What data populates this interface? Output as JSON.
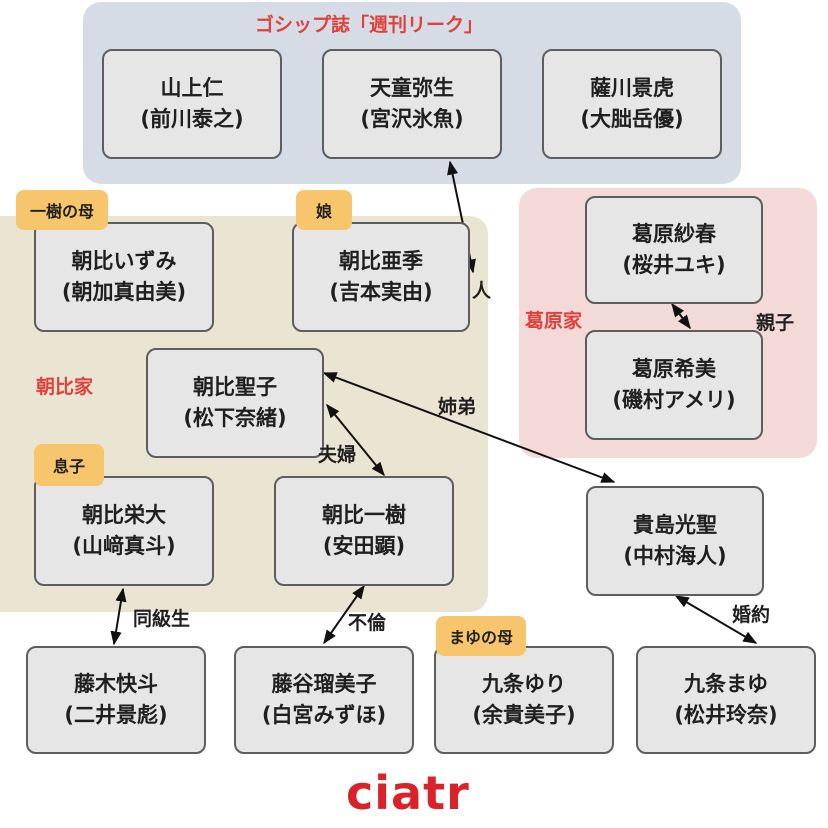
{
  "colors": {
    "group_gossip": "#d5dce6",
    "group_asahi": "#eae4d3",
    "group_kuzuhara": "#f4d9d9",
    "label_red": "#e0413a",
    "tag": "#f7c56c",
    "logo": "#d8232a"
  },
  "groups": {
    "gossip": "ゴシップ誌「週刊リーク」",
    "asahi": "朝比家",
    "kuzuhara": "葛原家"
  },
  "nodes": {
    "yamagami": {
      "name": "山上仁",
      "actor": "(前川泰之)"
    },
    "tendo": {
      "name": "天童弥生",
      "actor": "(宮沢氷魚)"
    },
    "satsukawa": {
      "name": "薩川景虎",
      "actor": "(大朏岳優)"
    },
    "izumi": {
      "name": "朝比いずみ",
      "actor": "(朝加真由美)"
    },
    "aki": {
      "name": "朝比亜季",
      "actor": "(吉本実由)"
    },
    "saharu": {
      "name": "葛原紗春",
      "actor": "(桜井ユキ)"
    },
    "seiko": {
      "name": "朝比聖子",
      "actor": "(松下奈緒)"
    },
    "kiyomi": {
      "name": "葛原希美",
      "actor": "(磯村アメリ)"
    },
    "eita": {
      "name": "朝比栄大",
      "actor": "(山﨑真斗)"
    },
    "kazuki": {
      "name": "朝比一樹",
      "actor": "(安田顕)"
    },
    "kijima": {
      "name": "貴島光聖",
      "actor": "(中村海人)"
    },
    "fujiki": {
      "name": "藤木快斗",
      "actor": "(二井景彪)"
    },
    "fujitani": {
      "name": "藤谷瑠美子",
      "actor": "(白宮みずほ)"
    },
    "yuri": {
      "name": "九条ゆり",
      "actor": "(余貴美子)"
    },
    "mayu": {
      "name": "九条まゆ",
      "actor": "(松井玲奈)"
    }
  },
  "tags": {
    "izumi": "一樹の母",
    "aki": "娘",
    "eita": "息子",
    "yuri": "まゆの母"
  },
  "relations": {
    "hito": "人",
    "oyako": "親子",
    "kyodai": "姉弟",
    "fufu": "夫婦",
    "dokyusei": "同級生",
    "furin": "不倫",
    "konyaku": "婚約"
  },
  "logo": "ciatr"
}
